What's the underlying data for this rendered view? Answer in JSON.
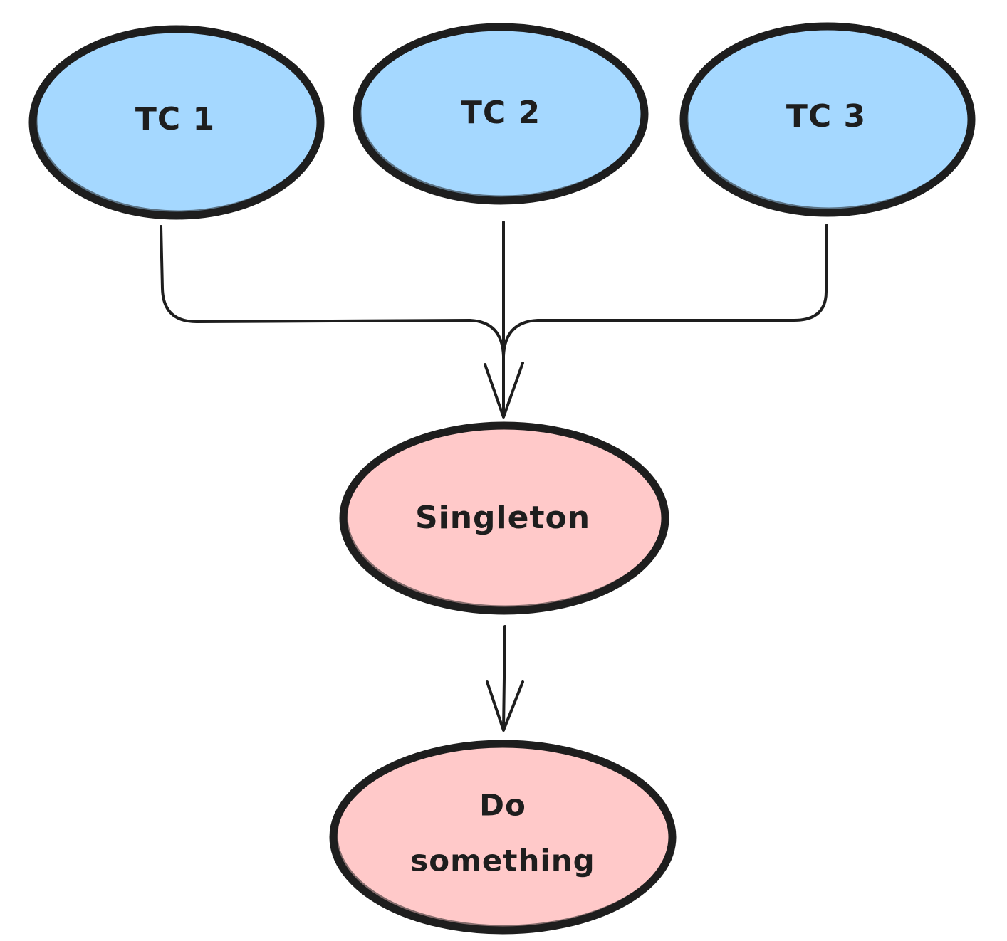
{
  "colors": {
    "stroke": "#1e1e1e",
    "top_fill": "#a5d8ff",
    "bottom_fill": "#ffc9c9",
    "background": "#ffffff"
  },
  "nodes": {
    "tc1": {
      "label": "TC 1"
    },
    "tc2": {
      "label": "TC 2"
    },
    "tc3": {
      "label": "TC 3"
    },
    "singleton": {
      "label": "Singleton"
    },
    "do_something": {
      "line1": "Do",
      "line2": "something"
    }
  },
  "edges": [
    {
      "from": "tc1",
      "to": "singleton"
    },
    {
      "from": "tc2",
      "to": "singleton"
    },
    {
      "from": "tc3",
      "to": "singleton"
    },
    {
      "from": "singleton",
      "to": "do_something"
    }
  ]
}
